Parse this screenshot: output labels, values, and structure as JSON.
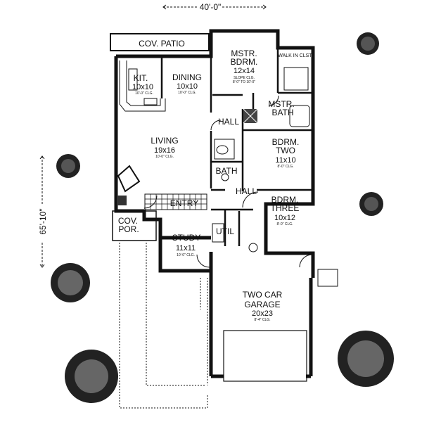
{
  "dimensions": {
    "width": "40'-0\"",
    "depth": "65'-10\""
  },
  "rooms": {
    "cov_patio": {
      "name": "COV. PATIO"
    },
    "kitchen": {
      "name": "KIT.",
      "size": "10x10",
      "ceiling": "10'-0\" CLG."
    },
    "dining": {
      "name": "DINING",
      "size": "10x10",
      "ceiling": "10'-0\" CLG."
    },
    "living": {
      "name": "LIVING",
      "size": "19x16",
      "ceiling": "10'-0\" CLG."
    },
    "master_bedroom": {
      "name_line1": "MSTR.",
      "name_line2": "BDRM.",
      "size": "12x14",
      "ceiling_line1": "SLOPE CLG.",
      "ceiling_line2": "8'-0\" TO 10'-0\""
    },
    "walk_in_closet": {
      "name": "WALK IN CLST."
    },
    "master_bath": {
      "name_line1": "MSTR.",
      "name_line2": "BATH"
    },
    "hall_upper": {
      "name": "HALL"
    },
    "bedroom_two": {
      "name_line1": "BDRM.",
      "name_line2": "TWO",
      "size": "11x10",
      "ceiling": "8'-0\" CLG."
    },
    "bath": {
      "name": "BATH"
    },
    "hall_lower": {
      "name": "HALL"
    },
    "bedroom_three": {
      "name_line1": "BDRM.",
      "name_line2": "THREE",
      "size": "10x12",
      "ceiling": "8'-0\" CLG."
    },
    "entry": {
      "name": "ENTRY"
    },
    "cov_porch": {
      "name_line1": "COV.",
      "name_line2": "POR."
    },
    "study": {
      "name": "STUDY",
      "size": "11x11",
      "ceiling": "10'-0\" CLG."
    },
    "utility": {
      "name": "UTIL"
    },
    "garage": {
      "name_line1": "TWO CAR",
      "name_line2": "GARAGE",
      "size": "20x23",
      "ceiling": "8'-4\" CLG."
    }
  }
}
